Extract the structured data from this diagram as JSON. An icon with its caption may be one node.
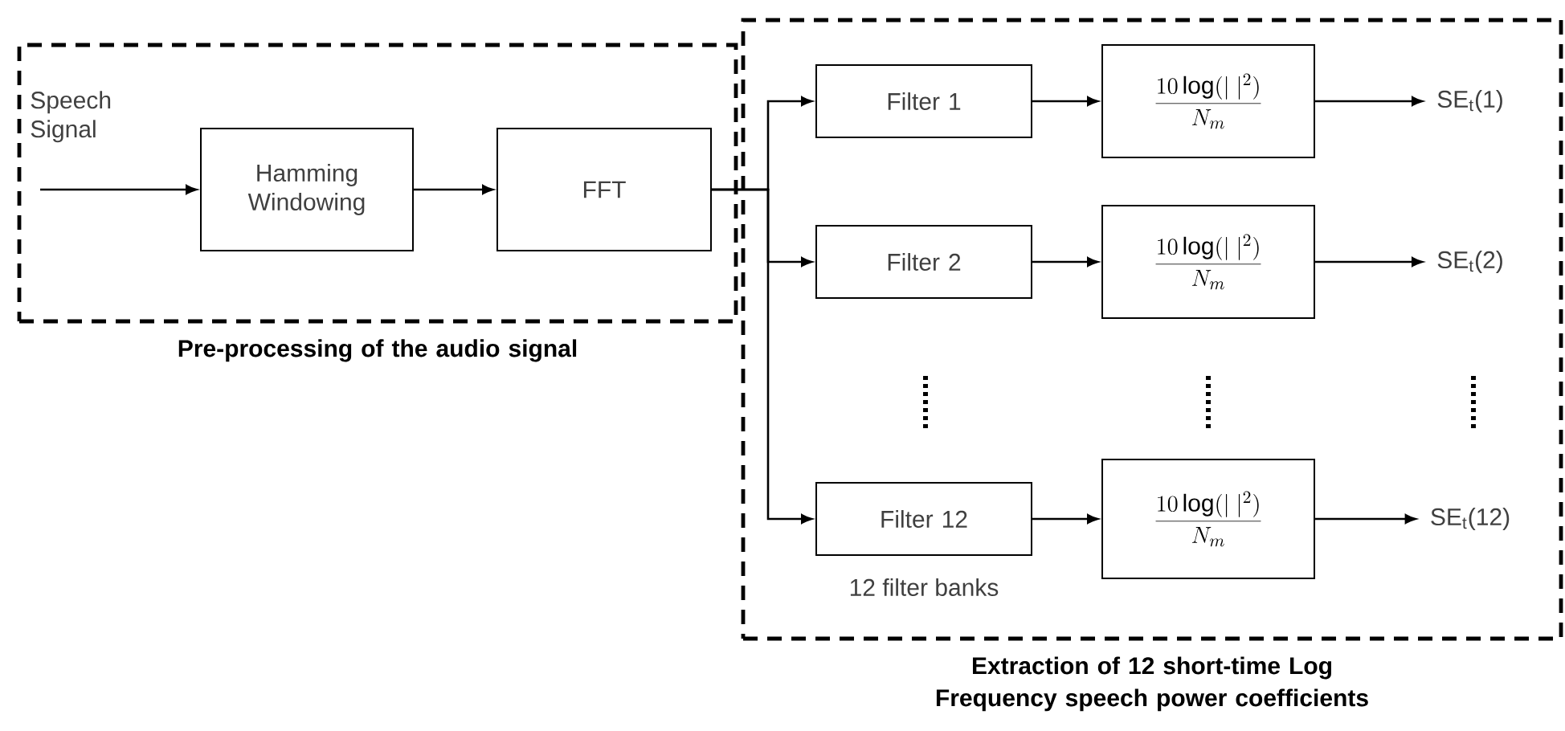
{
  "diagram": {
    "nodes": [
      {
        "text": [
          "Pre-processing of the audio signal"
        ]
      },
      {
        "text": [
          "Extraction of 12 short-time Log Frequency speech power coefficients"
        ]
      },
      {
        "text": [
          "Hamming Windowing"
        ],
        "in": 0
      },
      {
        "text": [
          "FFT"
        ],
        "in": 0
      },
      {
        "text": [
          "Filter 1"
        ],
        "in": 1
      },
      {
        "text": [
          "\\frac{10\\log(|\\;|^{2})}{N_{m}}"
        ],
        "in": 1
      },
      {
        "text": [
          "Filter 2"
        ],
        "in": 1
      },
      {
        "text": [
          "\\frac{10\\log(|\\;|^{2})}{N_{m}}"
        ],
        "in": 1
      },
      {
        "text": [
          "Filter 12"
        ],
        "in": 1,
        "beside": [
          "12 filter banks"
        ]
      },
      {
        "text": [
          "\\frac{10\\log(|\\;|^{2})}{N_{m}}"
        ],
        "in": 1
      },
      {
        "text": [
          "SE$_{t}$(1)"
        ],
        "in": 1
      },
      {
        "text": [
          "SE$_{t}$(2)"
        ],
        "in": 1
      },
      {
        "text": [
          "SE$_{t}$(12)"
        ],
        "in": 1
      }
    ],
    "edges": [
      {
        "from": null,
        "to": 2,
        "arrow": "to",
        "label": "Speech Signal"
      },
      {
        "from": 2,
        "to": 3,
        "arrow": "to"
      },
      {
        "from": 3,
        "to": 4,
        "arrow": "to"
      },
      {
        "from": 3,
        "to": 6,
        "arrow": "to"
      },
      {
        "from": 3,
        "to": 8,
        "arrow": "to"
      },
      {
        "from": 4,
        "to": 5,
        "arrow": "to"
      },
      {
        "from": 6,
        "to": 7,
        "arrow": "to"
      },
      {
        "from": 8,
        "to": 9,
        "arrow": "to"
      },
      {
        "from": 5,
        "to": 10,
        "arrow": "to"
      },
      {
        "from": 7,
        "to": 11,
        "arrow": "to"
      },
      {
        "from": 9,
        "to": 12,
        "arrow": "to"
      }
    ]
  }
}
